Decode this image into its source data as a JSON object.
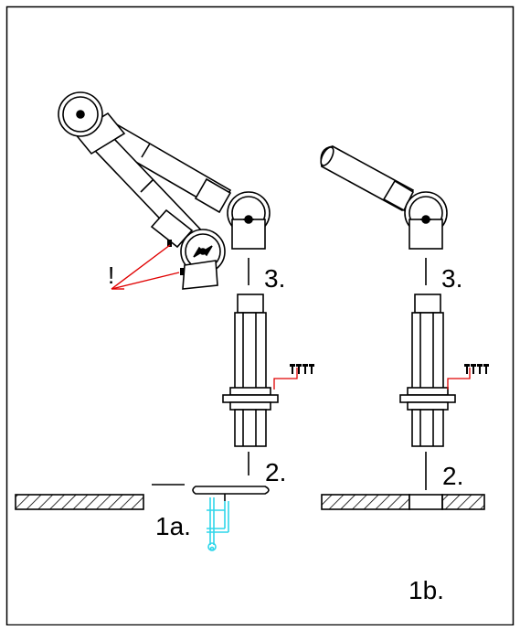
{
  "labels": {
    "step3_left": "3.",
    "step3_right": "3.",
    "step2_left": "2.",
    "step2_right": "2.",
    "step1a": "1a.",
    "step1b": "1b.",
    "warning": "!"
  },
  "colors": {
    "line": "#000000",
    "leader": "#e00000",
    "clamp": "#2fd6ea",
    "background": "#ffffff"
  },
  "icons": {
    "screws": "screw-set-icon",
    "clamp": "desk-clamp-icon"
  }
}
